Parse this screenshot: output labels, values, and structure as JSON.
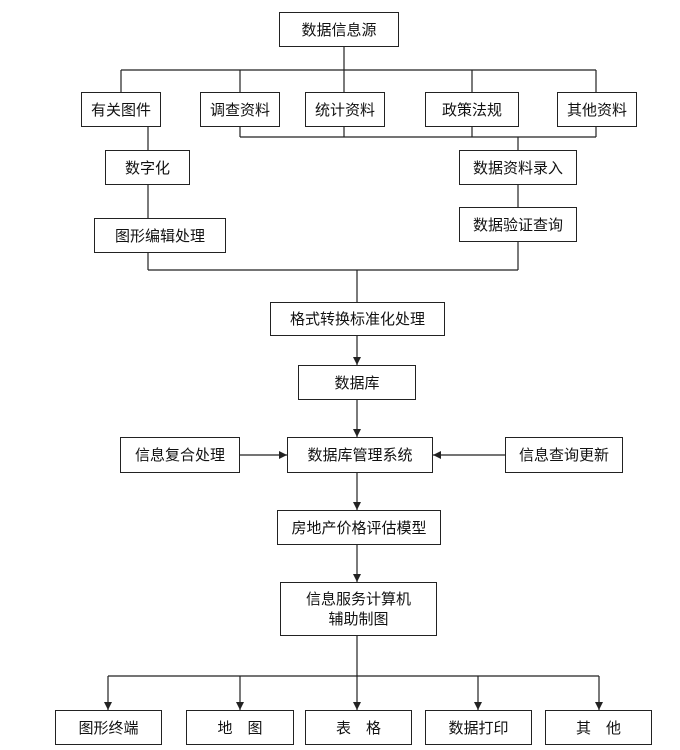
{
  "nodes": {
    "source": "数据信息源",
    "maps": "有关图件",
    "survey": "调查资料",
    "stats": "统计资料",
    "policy": "政策法规",
    "other_data": "其他资料",
    "digitize": "数字化",
    "data_entry": "数据资料录入",
    "graphic_edit": "图形编辑处理",
    "data_verify": "数据验证查询",
    "format_convert": "格式转换标准化处理",
    "database": "数据库",
    "composite": "信息复合处理",
    "dbms": "数据库管理系统",
    "query_update": "信息查询更新",
    "valuation_model": "房地产价格评估模型",
    "info_service": "信息服务计算机\n辅助制图",
    "terminal": "图形终端",
    "map_out": "地　图",
    "table_out": "表　格",
    "print_out": "数据打印",
    "other_out": "其　他"
  },
  "colors": {
    "line": "#222222",
    "box_border": "#222222",
    "text": "#111111"
  }
}
